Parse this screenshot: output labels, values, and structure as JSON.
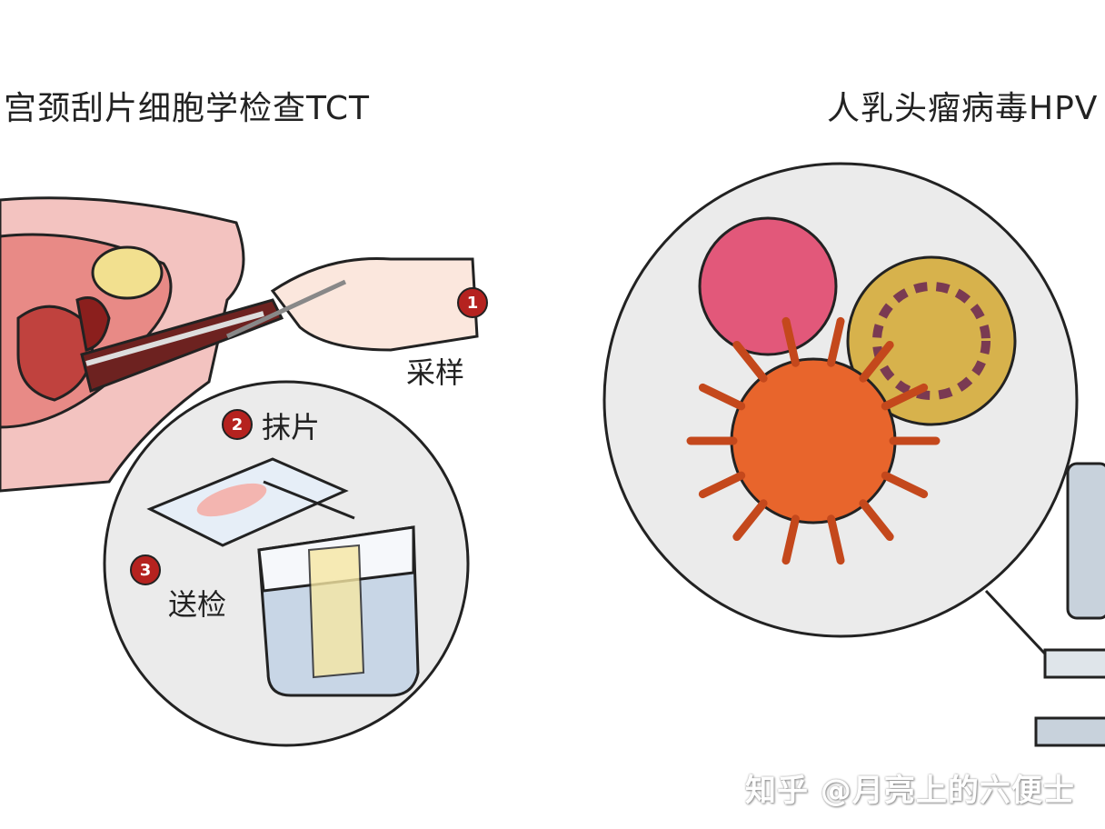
{
  "left_panel": {
    "title": "宫颈刮片细胞学检查TCT",
    "steps": [
      {
        "number": "1",
        "label": "采样"
      },
      {
        "number": "2",
        "label": "抹片"
      },
      {
        "number": "3",
        "label": "送检"
      }
    ]
  },
  "right_panel": {
    "title": "人乳头瘤病毒HPV"
  },
  "watermark": "知乎 @月亮上的六便士",
  "colors": {
    "badge": "#b5221f",
    "tissue_pink": "#f1b7b5",
    "virus_orange": "#e8652c",
    "virus_pink": "#e2587a",
    "virus_yellow": "#d7b24c"
  }
}
